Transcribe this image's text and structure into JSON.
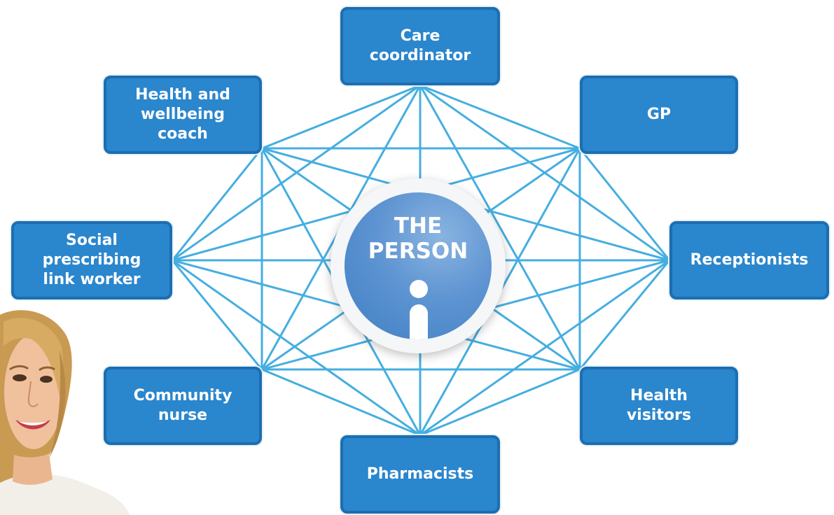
{
  "hub": {
    "title": "THE\nPERSON",
    "icon": "info-person-icon"
  },
  "roles": [
    {
      "id": "care-coordinator",
      "label": "Care\ncoordinator"
    },
    {
      "id": "gp",
      "label": "GP"
    },
    {
      "id": "receptionists",
      "label": "Receptionists"
    },
    {
      "id": "health-visitors",
      "label": "Health\nvisitors"
    },
    {
      "id": "pharmacists",
      "label": "Pharmacists"
    },
    {
      "id": "community-nurse",
      "label": "Community\nnurse"
    },
    {
      "id": "social-prescribing-link-worker",
      "label": "Social\nprescribing\nlink worker"
    },
    {
      "id": "health-and-wellbeing-coach",
      "label": "Health and\nwellbeing\ncoach"
    }
  ],
  "colors": {
    "box": "#2a86cd",
    "box_border": "#1c6eb0",
    "line": "#45aee0",
    "hub": "#4a88cc"
  },
  "photo": {
    "subject": "smiling-woman-photo"
  }
}
